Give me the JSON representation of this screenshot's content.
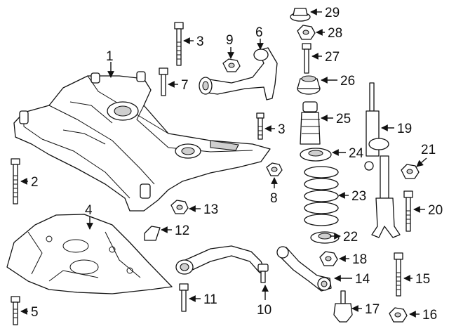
{
  "diagram": {
    "callouts": [
      {
        "id": "c1",
        "label": "1"
      },
      {
        "id": "c2",
        "label": "2"
      },
      {
        "id": "c3a",
        "label": "3"
      },
      {
        "id": "c3b",
        "label": "3"
      },
      {
        "id": "c4",
        "label": "4"
      },
      {
        "id": "c5",
        "label": "5"
      },
      {
        "id": "c6",
        "label": "6"
      },
      {
        "id": "c7",
        "label": "7"
      },
      {
        "id": "c8",
        "label": "8"
      },
      {
        "id": "c9",
        "label": "9"
      },
      {
        "id": "c10",
        "label": "10"
      },
      {
        "id": "c11",
        "label": "11"
      },
      {
        "id": "c12",
        "label": "12"
      },
      {
        "id": "c13",
        "label": "13"
      },
      {
        "id": "c14",
        "label": "14"
      },
      {
        "id": "c15",
        "label": "15"
      },
      {
        "id": "c16",
        "label": "16"
      },
      {
        "id": "c17",
        "label": "17"
      },
      {
        "id": "c18",
        "label": "18"
      },
      {
        "id": "c19",
        "label": "19"
      },
      {
        "id": "c20",
        "label": "20"
      },
      {
        "id": "c21",
        "label": "21"
      },
      {
        "id": "c22",
        "label": "22"
      },
      {
        "id": "c23",
        "label": "23"
      },
      {
        "id": "c24",
        "label": "24"
      },
      {
        "id": "c25",
        "label": "25"
      },
      {
        "id": "c26",
        "label": "26"
      },
      {
        "id": "c27",
        "label": "27"
      },
      {
        "id": "c28",
        "label": "28"
      },
      {
        "id": "c29",
        "label": "29"
      }
    ]
  }
}
